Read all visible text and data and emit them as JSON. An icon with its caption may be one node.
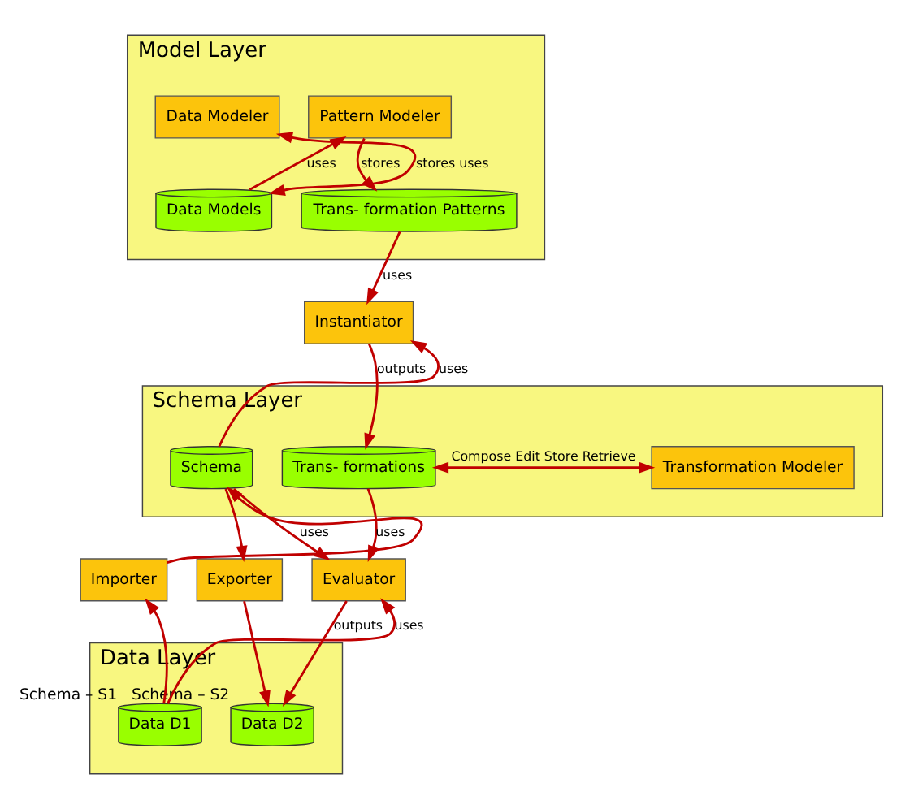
{
  "diagram": {
    "nodes": [
      {
        "text": [
          "Model Layer"
        ]
      },
      {
        "text": [
          "Data Modeler"
        ],
        "in": 0
      },
      {
        "text": [
          "Pattern Modeler"
        ],
        "in": 0
      },
      {
        "text": [
          "Data Models"
        ],
        "in": 0
      },
      {
        "text": [
          "Trans- formation Patterns"
        ],
        "in": 0
      },
      {
        "text": [
          "Instantiator"
        ]
      },
      {
        "text": [
          "Schema Layer"
        ]
      },
      {
        "text": [
          "Schema"
        ],
        "in": 6
      },
      {
        "text": [
          "Trans- formations"
        ],
        "in": 6
      },
      {
        "text": [
          "Transformation Modeler"
        ],
        "in": 6
      },
      {
        "text": [
          "Importer"
        ]
      },
      {
        "text": [
          "Exporter"
        ]
      },
      {
        "text": [
          "Evaluator"
        ]
      },
      {
        "text": [
          "Data Layer"
        ]
      },
      {
        "text": [
          "Data D1"
        ],
        "in": 13,
        "beside": [
          "Schema – S1"
        ]
      },
      {
        "text": [
          "Data D2"
        ],
        "in": 13,
        "beside": [
          "Schema – S2"
        ]
      }
    ],
    "edges": [
      {
        "from": 3,
        "to": 1,
        "arrow": "both",
        "label": "stores uses"
      },
      {
        "from": 3,
        "to": 2,
        "arrow": "to",
        "label": "uses"
      },
      {
        "from": 2,
        "to": 4,
        "arrow": "to",
        "label": "stores"
      },
      {
        "from": 4,
        "to": 5,
        "arrow": "to",
        "label": "uses"
      },
      {
        "from": 7,
        "to": 5,
        "arrow": "to",
        "label": "uses"
      },
      {
        "from": 5,
        "to": 8,
        "arrow": "to",
        "label": "outputs"
      },
      {
        "from": 9,
        "to": 8,
        "arrow": "both",
        "label": "Compose Edit Store Retrieve"
      },
      {
        "from": 8,
        "to": 12,
        "arrow": "to",
        "label": "uses"
      },
      {
        "from": 7,
        "to": 12,
        "arrow": "to",
        "label": "uses"
      },
      {
        "from": 10,
        "to": 7,
        "arrow": "to"
      },
      {
        "from": 7,
        "to": 11,
        "arrow": "to"
      },
      {
        "from": 14,
        "to": 10,
        "arrow": "to"
      },
      {
        "from": 14,
        "to": 12,
        "arrow": "to",
        "label": "uses"
      },
      {
        "from": 11,
        "to": 15,
        "arrow": "to"
      },
      {
        "from": 12,
        "to": 15,
        "arrow": "to",
        "label": "outputs"
      }
    ]
  }
}
